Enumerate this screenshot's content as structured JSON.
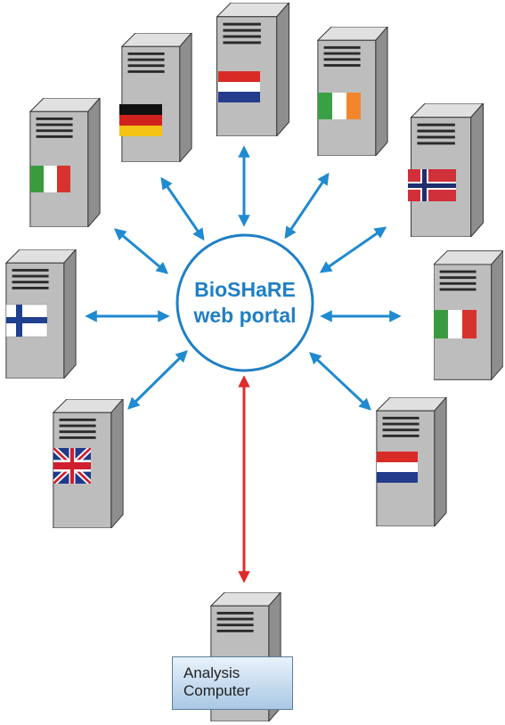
{
  "portal": {
    "line1": "BioSHaRE",
    "line2": "web portal"
  },
  "servers": [
    {
      "country_flag": "italy"
    },
    {
      "country_flag": "germany"
    },
    {
      "country_flag": "netherlands"
    },
    {
      "country_flag": "ireland"
    },
    {
      "country_flag": "norway"
    },
    {
      "country_flag": "finland"
    },
    {
      "country_flag": "italy"
    },
    {
      "country_flag": "united-kingdom"
    },
    {
      "country_flag": "netherlands"
    }
  ],
  "analysis_computer": {
    "line1": "Analysis",
    "line2": "Computer"
  },
  "colors": {
    "portal_blue": "#1f7fc4",
    "arrow_blue": "#1f8ad0",
    "arrow_red": "#e02a2a",
    "server_gray": "#bdbdbd"
  }
}
